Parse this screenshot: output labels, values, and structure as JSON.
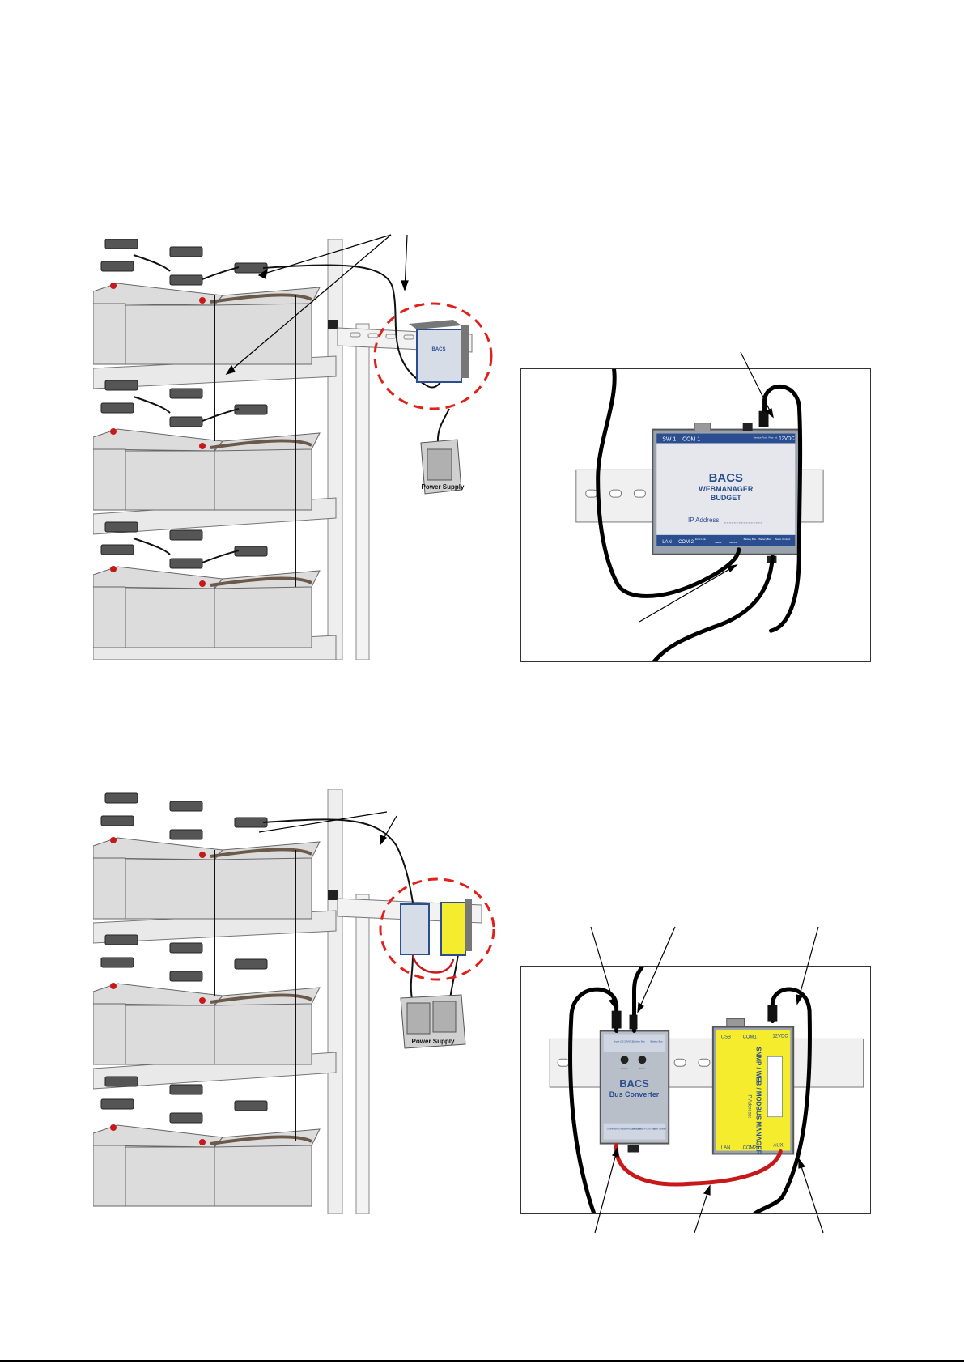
{
  "figure1": {
    "webmanager": {
      "ports_top": [
        "SW 1",
        "COM 1"
      ],
      "ports_top_small": [
        "Service Port",
        "Pow. Int.",
        "12VDC"
      ],
      "title": "BACS",
      "line2": "WEBMANAGER",
      "line3": "BUDGET",
      "ip": "IP Address:",
      "ports_bottom": [
        "LAN",
        "COM 2"
      ],
      "ports_bottom_small": [
        "Error Link",
        "Status",
        "Service",
        "Battery Bus",
        "Battery Bus",
        "Alarm Contact"
      ],
      "device_label_small": "BACS"
    },
    "power_supply_label": "Power Supply"
  },
  "figure2": {
    "bus_converter": {
      "top_small": [
        "Input (12-24VDC)",
        "Battery Bus",
        "Battery Bus"
      ],
      "led_labels": [
        "Status",
        "Error"
      ],
      "title": "BACS",
      "subtitle": "Bus Converter",
      "bottom_small": [
        "Connection to WEBMANAGER COM2",
        "Connection to PC RS-232",
        "Alarm Contact"
      ]
    },
    "manager": {
      "top": [
        "USB",
        "COM1",
        "12VDC"
      ],
      "vertical_title": "SNMP / WEB / MODBUS MANAGER",
      "ip": "IP Address:",
      "bottom": [
        "LAN",
        "COM2",
        "AUX"
      ]
    },
    "power_supply_label": "Power Supply"
  },
  "colors": {
    "highlight_circle": "#e0201a",
    "device_blue": "#2a4e8f",
    "manager_yellow": "#f4ec2c",
    "red_cable": "#c8191a",
    "battery": "#d9d9d9"
  }
}
